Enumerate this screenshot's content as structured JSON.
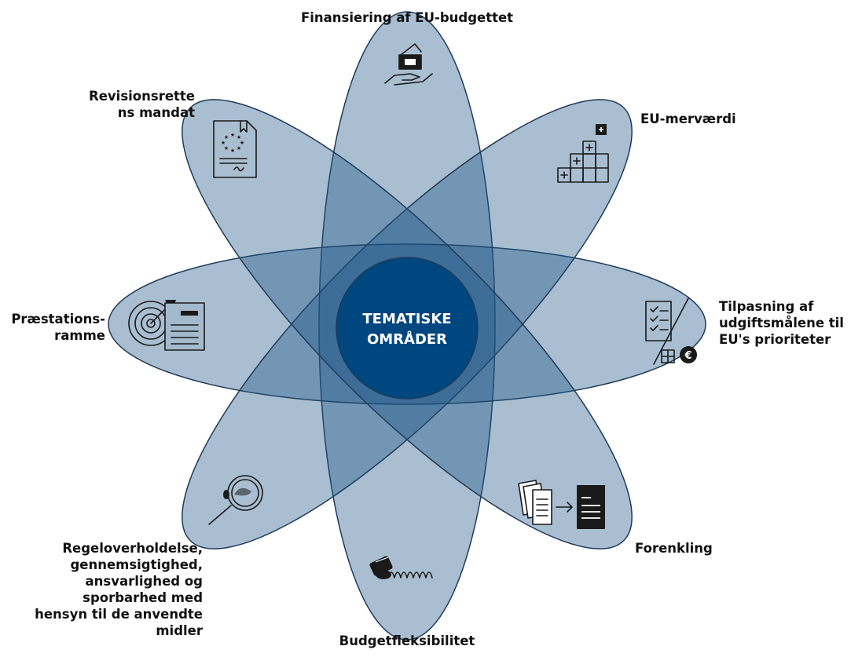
{
  "center": {
    "line1": "TEMATISKE",
    "line2": "OMRÅDER"
  },
  "themes": {
    "financing": "Finansiering af EU-budgettet",
    "eu_added_value": "EU-merværdi",
    "spending_alignment": {
      "line1": "Tilpasning af",
      "line2": "udgiftsmålene til",
      "line3": "EU's prioriteter"
    },
    "simplification": "Forenkling",
    "budget_flexibility": "Budgetfleksibilitet",
    "compliance": {
      "line1": "Regeloverholdelse,",
      "line2": "gennemsigtighed,",
      "line3": "ansvarlighed og",
      "line4": "sporbarhed med",
      "line5": "hensyn til de anvendte",
      "line6": "midler"
    },
    "performance": {
      "line1": "Præstations-",
      "line2": "ramme"
    },
    "mandate": {
      "line1": "Revisionsrette",
      "line2": "ns mandat"
    }
  },
  "icons": [
    "money-hand-icon",
    "plus-staircase-icon",
    "checklist-euro-icon",
    "documents-arrow-icon",
    "cash-spring-icon",
    "magnifier-icon",
    "target-document-icon",
    "certificate-icon"
  ],
  "colors": {
    "petal": "#1d5587",
    "center": "#00467f",
    "outline": "#1f3b57"
  }
}
